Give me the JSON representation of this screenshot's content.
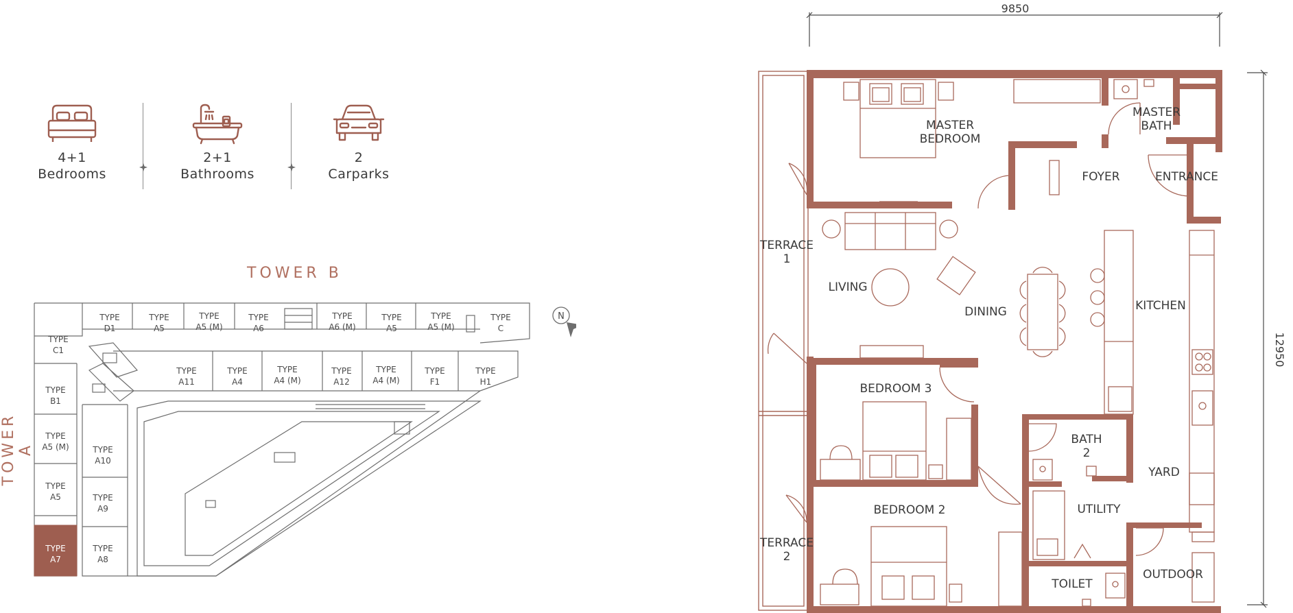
{
  "features": {
    "bedrooms": {
      "value": "4+1",
      "label": "Bedrooms",
      "icon": "bed-icon"
    },
    "bathrooms": {
      "value": "2+1",
      "label": "Bathrooms",
      "icon": "bathtub-icon"
    },
    "carparks": {
      "value": "2",
      "label": "Carparks",
      "icon": "car-icon"
    }
  },
  "keyplan": {
    "tower_b_label": "TOWER B",
    "tower_a_label": "TOWER A",
    "north_label": "N",
    "highlight_color": "#9e5e50",
    "units_top": [
      {
        "line1": "TYPE",
        "line2": "D1"
      },
      {
        "line1": "TYPE",
        "line2": "A5"
      },
      {
        "line1": "TYPE",
        "line2": "A5 (M)"
      },
      {
        "line1": "TYPE",
        "line2": "A6"
      },
      {
        "line1": "TYPE",
        "line2": "A6 (M)"
      },
      {
        "line1": "TYPE",
        "line2": "A5"
      },
      {
        "line1": "TYPE",
        "line2": "A5 (M)"
      },
      {
        "line1": "TYPE",
        "line2": "C"
      }
    ],
    "units_mid": [
      {
        "line1": "TYPE",
        "line2": "A11"
      },
      {
        "line1": "TYPE",
        "line2": "A4"
      },
      {
        "line1": "TYPE",
        "line2": "A4 (M)"
      },
      {
        "line1": "TYPE",
        "line2": "A12"
      },
      {
        "line1": "TYPE",
        "line2": "A4 (M)"
      },
      {
        "line1": "TYPE",
        "line2": "F1"
      },
      {
        "line1": "TYPE",
        "line2": "H1"
      }
    ],
    "units_left": [
      {
        "line1": "TYPE",
        "line2": "C1"
      },
      {
        "line1": "TYPE",
        "line2": "B1"
      },
      {
        "line1": "TYPE",
        "line2": "A5 (M)"
      },
      {
        "line1": "TYPE",
        "line2": "A5"
      },
      {
        "line1": "TYPE",
        "line2": "A7"
      }
    ],
    "units_inner": [
      {
        "line1": "TYPE",
        "line2": "A10"
      },
      {
        "line1": "TYPE",
        "line2": "A9"
      },
      {
        "line1": "TYPE",
        "line2": "A8"
      }
    ]
  },
  "floorplan": {
    "wall_color": "#a8685a",
    "dim_width": "9850",
    "dim_height": "12950",
    "rooms": {
      "master_bedroom": [
        "MASTER",
        "BEDROOM"
      ],
      "master_bath": [
        "MASTER",
        "BATH"
      ],
      "foyer": "FOYER",
      "entrance": "ENTRANCE",
      "terrace1": [
        "TERRACE",
        "1"
      ],
      "living": "LIVING",
      "dining": "DINING",
      "kitchen": "KITCHEN",
      "bedroom3": "BEDROOM 3",
      "bath2": [
        "BATH",
        "2"
      ],
      "yard": "YARD",
      "utility": "UTILITY",
      "bedroom2": "BEDROOM 2",
      "terrace2": [
        "TERRACE",
        "2"
      ],
      "toilet": "TOILET",
      "outdoor": "OUTDOOR"
    }
  }
}
